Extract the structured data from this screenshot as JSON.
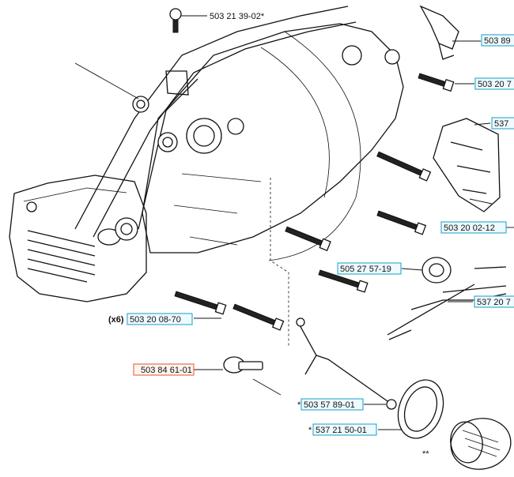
{
  "labels": {
    "l_top": "503 21 39-02*",
    "l_r1": "503 89",
    "l_r2": "503 20 7",
    "l_r3": "537",
    "l_r4": "503 20 02-12",
    "l_mid": "505 27 57-19",
    "l_r5": "537 20 7",
    "l_x6_prefix": "(x6)",
    "l_x6": "503 20 08-70",
    "l_red": "503 84 61-01",
    "l_b1": "503 57 89-01",
    "l_b2": "537 21 50-01",
    "l_star": "*",
    "l_dstar": "**"
  },
  "colors": {
    "highlight_box": "#2aa7c9",
    "selected_box": "#e0643c",
    "line": "#111111"
  }
}
